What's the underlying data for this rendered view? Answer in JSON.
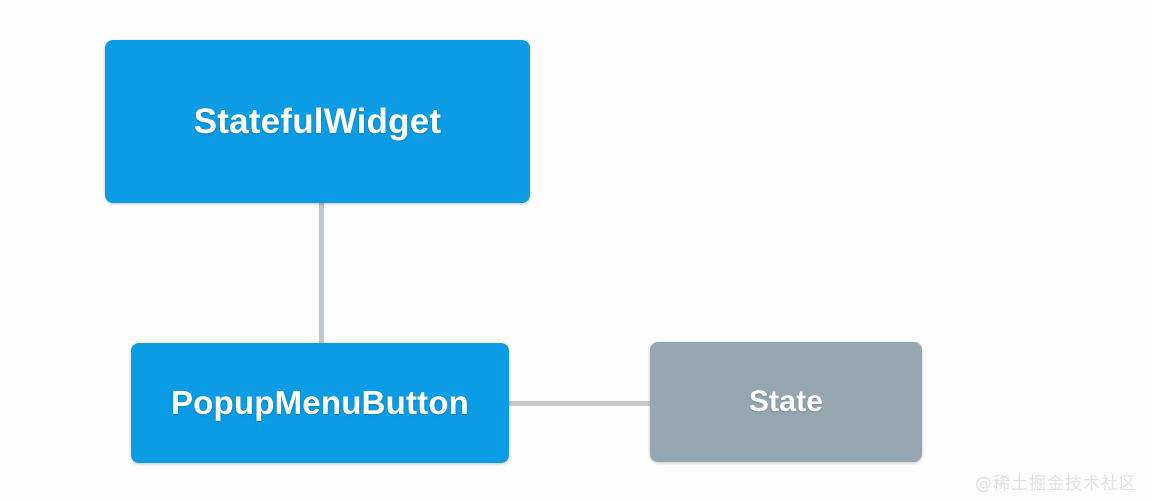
{
  "diagram": {
    "type": "flowchart",
    "background_color": "#fdfdfd",
    "nodes": [
      {
        "id": "stateful-widget",
        "label": "StatefulWidget",
        "color": "#0b9ce5",
        "text_color": "#ffffff"
      },
      {
        "id": "popup-menu-button",
        "label": "PopupMenuButton",
        "color": "#0b9ce5",
        "text_color": "#ffffff"
      },
      {
        "id": "state",
        "label": "State",
        "color": "#94a7b1",
        "text_color": "#ffffff"
      }
    ],
    "edges": [
      {
        "id": "stateful-popup",
        "from": "stateful-widget",
        "to": "popup-menu-button",
        "orientation": "vertical",
        "color": "#c4c7c9"
      },
      {
        "id": "popup-state",
        "from": "popup-menu-button",
        "to": "state",
        "orientation": "horizontal",
        "color": "#c4c7c9"
      }
    ]
  },
  "watermark": {
    "text": "@稀土掘金技术社区"
  }
}
